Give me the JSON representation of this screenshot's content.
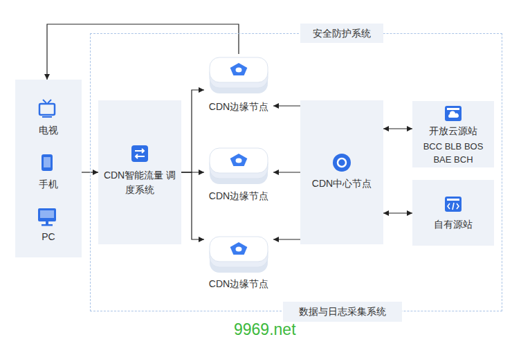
{
  "diagram": {
    "nodes": [
      {
        "text": [
          "电视",
          "手机",
          "PC"
        ]
      },
      {
        "text": [
          "安全防护系统",
          "数据与日志采集系统"
        ]
      },
      {
        "text": [
          "CDN智能流量 调度系统"
        ],
        "in": 1
      },
      {
        "text": [
          "CDN边缘节点"
        ],
        "in": 1
      },
      {
        "text": [
          "CDN边缘节点"
        ],
        "in": 1
      },
      {
        "text": [
          "CDN边缘节点"
        ],
        "in": 1
      },
      {
        "text": [
          "CDN中心节点"
        ],
        "in": 1
      },
      {
        "text": [
          "开放云源站",
          "BCC BLB BOS BAE BCH"
        ],
        "in": 1
      },
      {
        "text": [
          "自有源站"
        ],
        "in": 1
      }
    ],
    "edges": [
      {
        "from": 0,
        "to": 2,
        "arrow": "to"
      },
      {
        "from": 2,
        "to": 3,
        "arrow": "to"
      },
      {
        "from": 2,
        "to": 4,
        "arrow": "to"
      },
      {
        "from": 2,
        "to": 5,
        "arrow": "to"
      },
      {
        "from": 6,
        "to": 3,
        "arrow": "to"
      },
      {
        "from": 6,
        "to": 4,
        "arrow": "to"
      },
      {
        "from": 6,
        "to": 5,
        "arrow": "to"
      },
      {
        "from": 6,
        "to": 7,
        "arrow": "both"
      },
      {
        "from": 6,
        "to": 8,
        "arrow": "both"
      },
      {
        "from": 3,
        "to": 0,
        "arrow": "to"
      }
    ],
    "labels": [
      "9969.net"
    ]
  }
}
